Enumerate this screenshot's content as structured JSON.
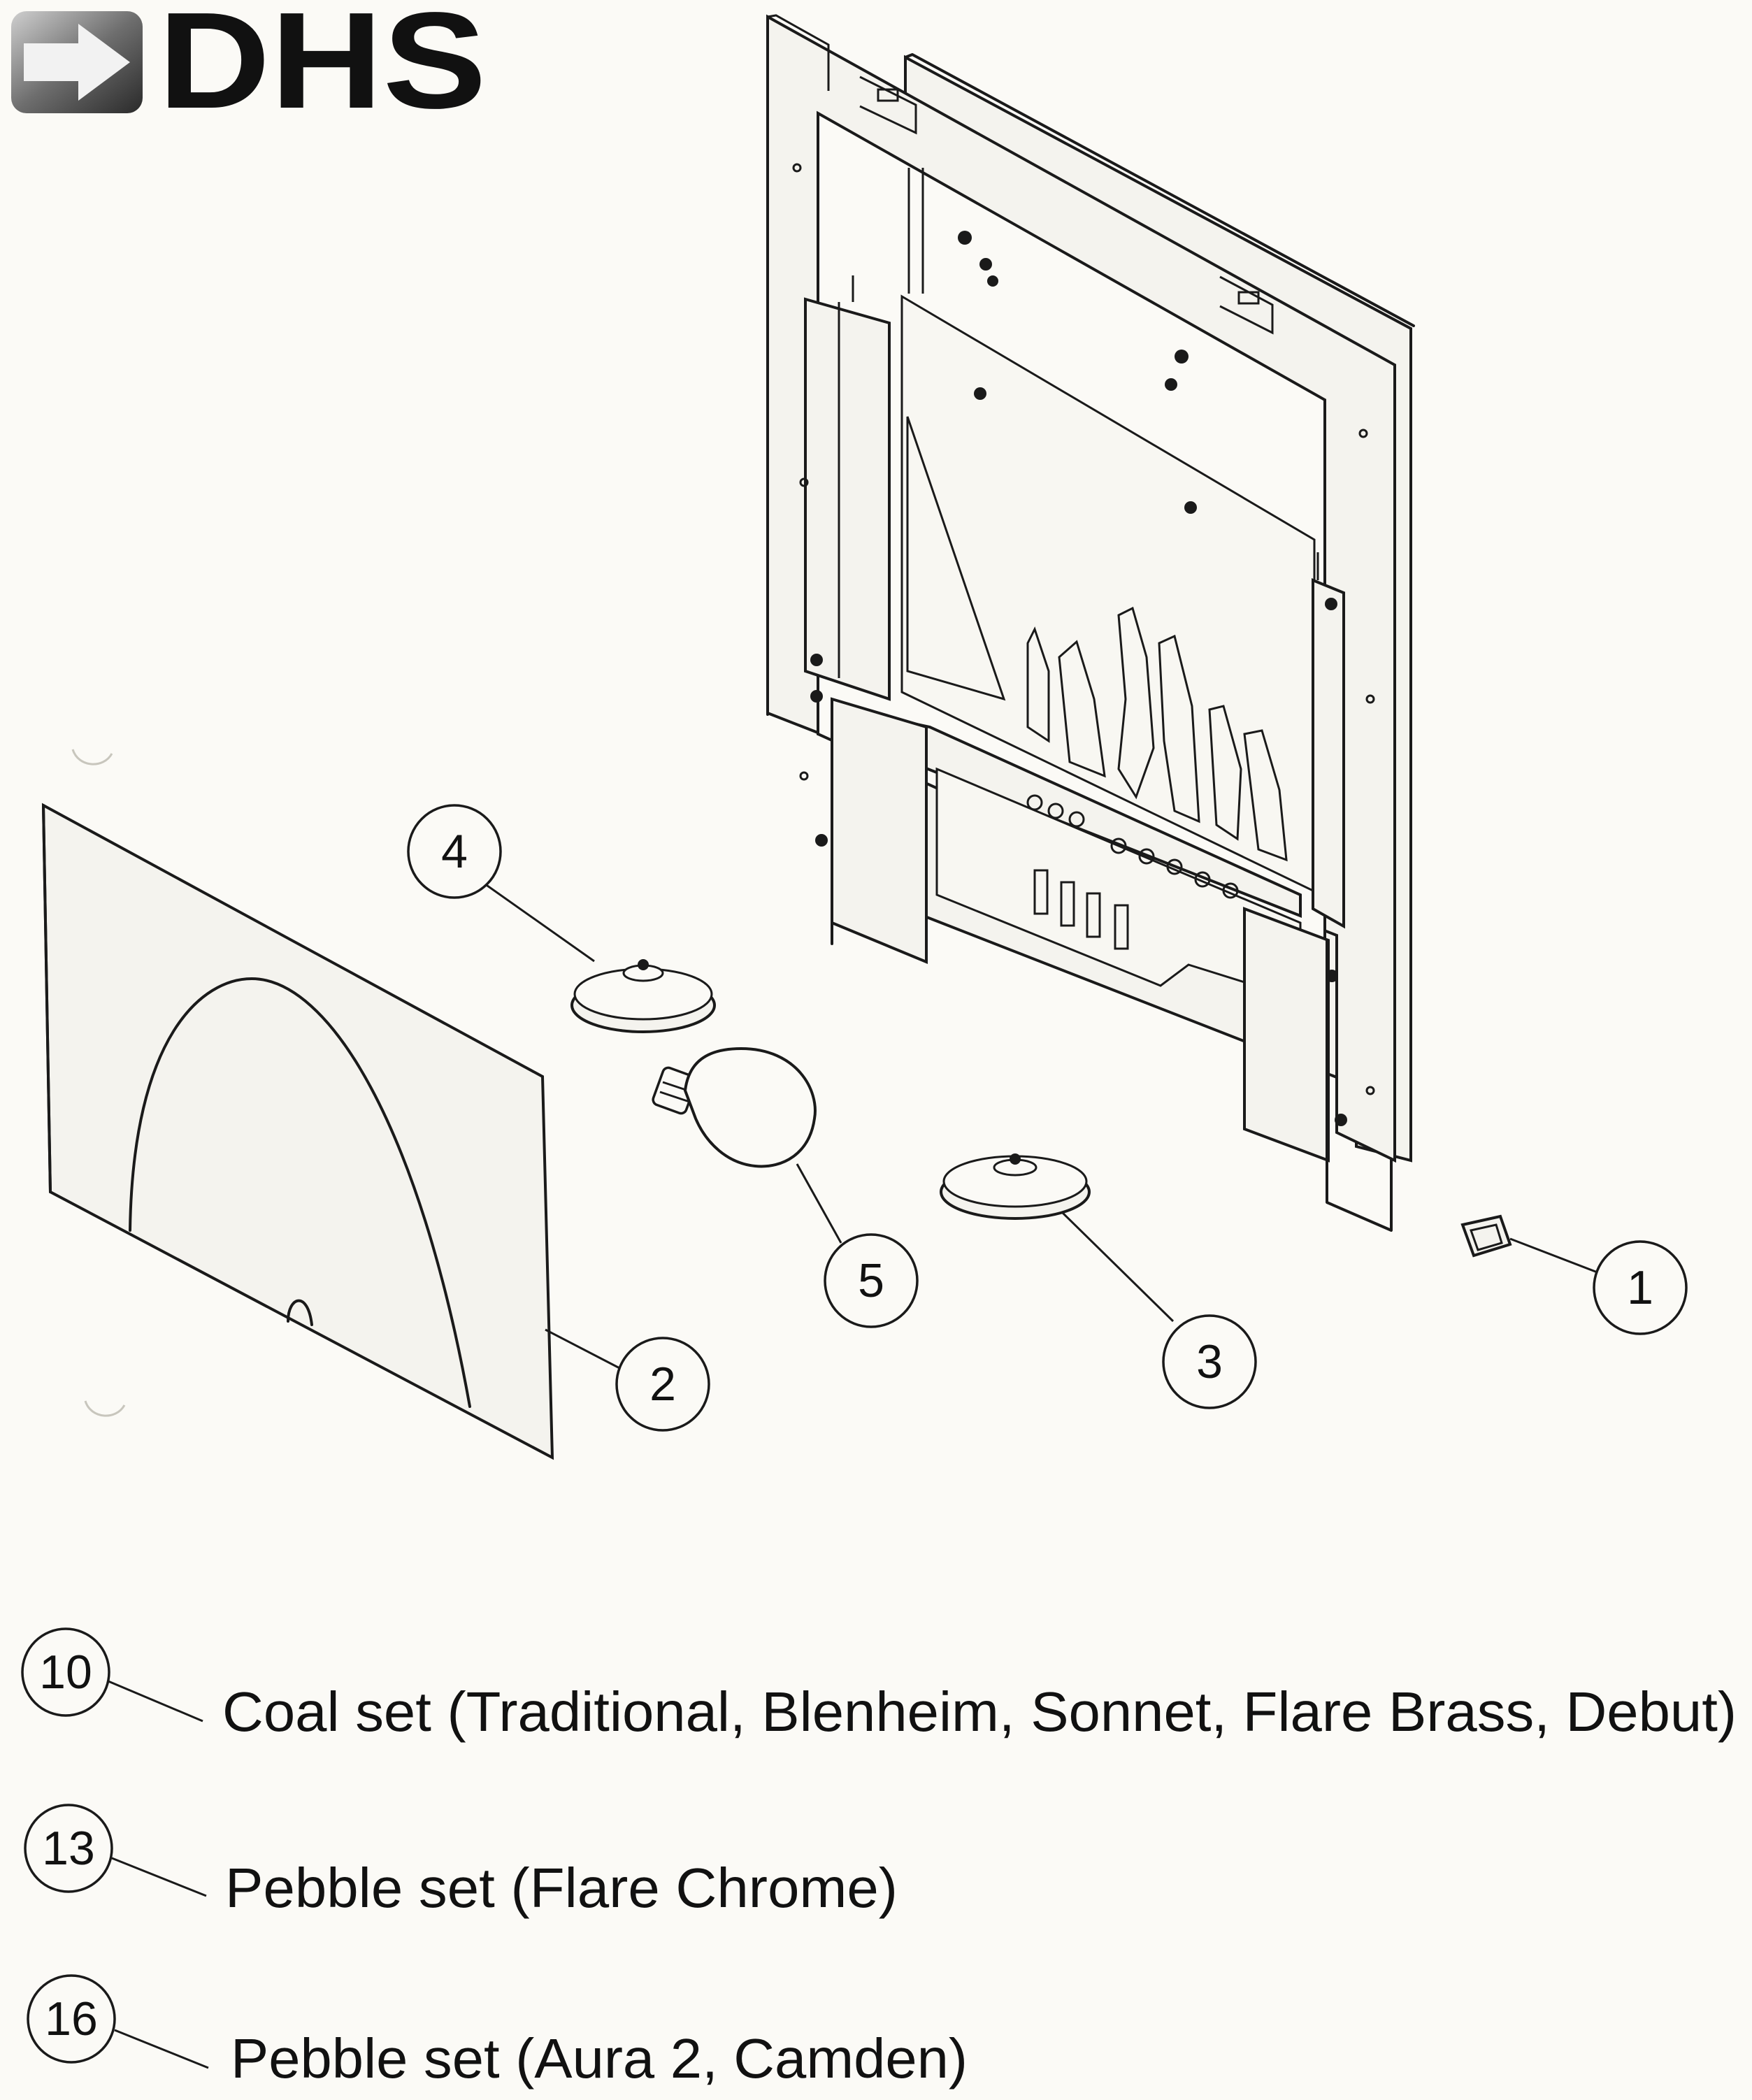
{
  "brand": {
    "logo_text": "DHS",
    "logo_color": "#111111",
    "logo_icon": "arrow-right-icon"
  },
  "callouts": [
    {
      "id": "1",
      "label": "1"
    },
    {
      "id": "2",
      "label": "2"
    },
    {
      "id": "3",
      "label": "3"
    },
    {
      "id": "4",
      "label": "4"
    },
    {
      "id": "5",
      "label": "5"
    }
  ],
  "legend": [
    {
      "number": "10",
      "description": "Coal set (Traditional, Blenheim, Sonnet, Flare Brass, Debut)"
    },
    {
      "number": "13",
      "description": "Pebble set (Flare Chrome)"
    },
    {
      "number": "16",
      "description": "Pebble set (Aura 2, Camden)"
    }
  ]
}
